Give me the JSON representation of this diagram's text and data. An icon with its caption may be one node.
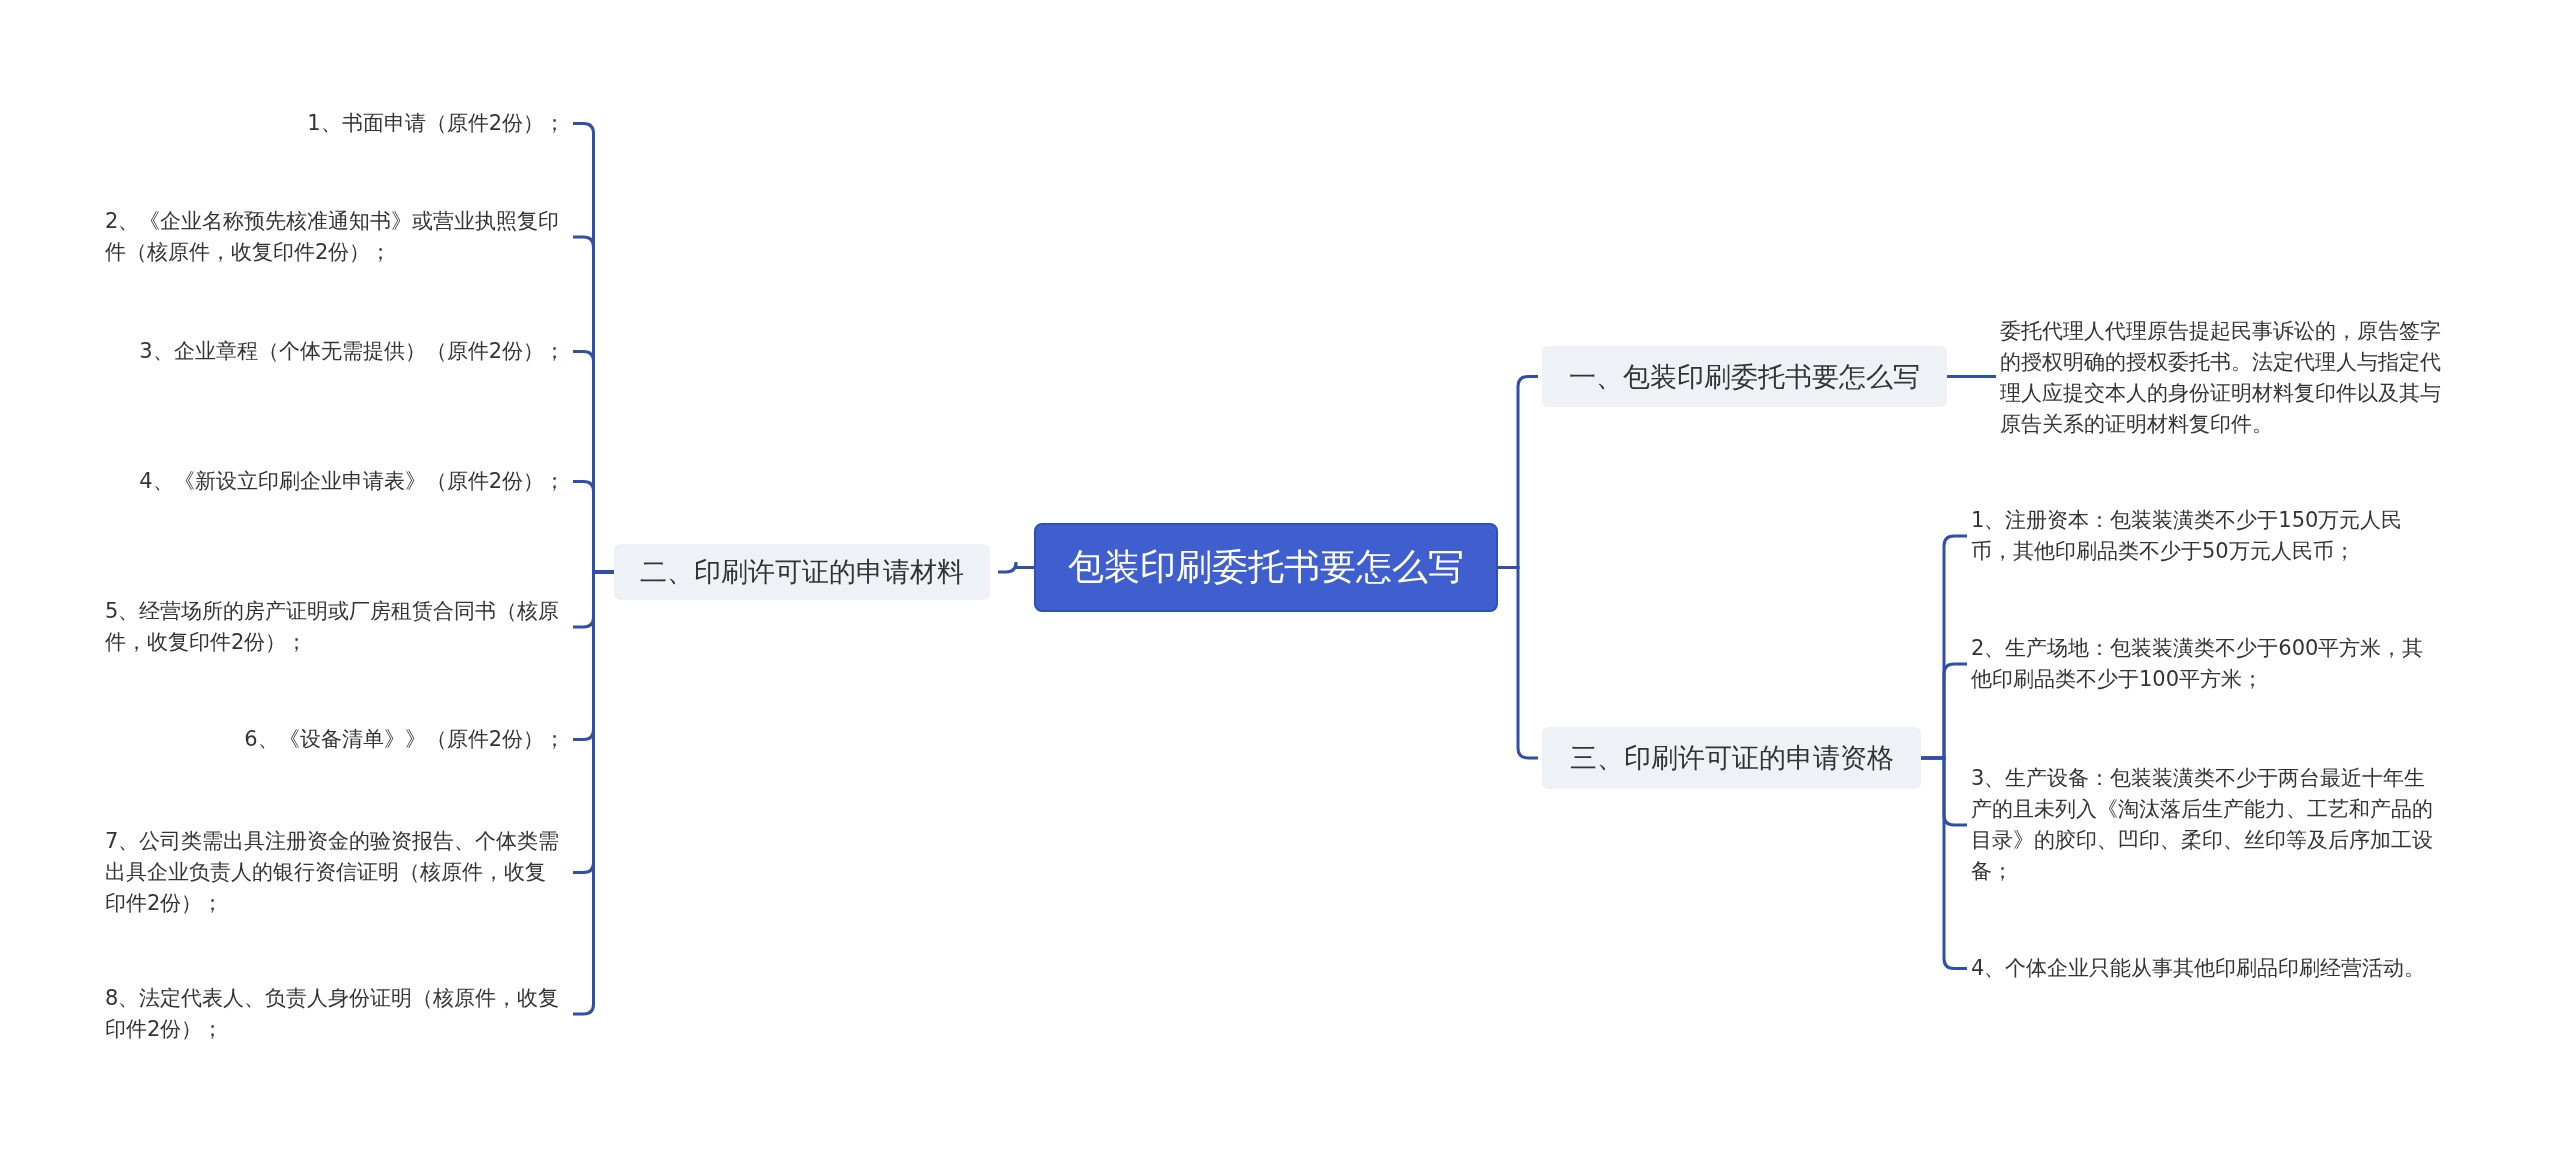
{
  "diagram": {
    "nodes": [
      {
        "text": [
          "包装印刷委托书要怎么写"
        ]
      },
      {
        "text": [
          "二、印刷许可证的申请材料"
        ]
      },
      {
        "text": [
          "1、书面申请（原件2份）；"
        ]
      },
      {
        "text": [
          "2、《企业名称预先核准通知书》或营业执照复印件（核原件，收复印件2份）；"
        ]
      },
      {
        "text": [
          "3、企业章程（个体无需提供）（原件2份）；"
        ]
      },
      {
        "text": [
          "4、《新设立印刷企业申请表》（原件2份）；"
        ]
      },
      {
        "text": [
          "5、经营场所的房产证明或厂房租赁合同书（核原件，收复印件2份）；"
        ]
      },
      {
        "text": [
          "6、《设备清单》》（原件2份）；"
        ]
      },
      {
        "text": [
          "7、公司类需出具注册资金的验资报告、个体类需出具企业负责人的银行资信证明（核原件，收复印件2份）；"
        ]
      },
      {
        "text": [
          "8、法定代表人、负责人身份证明（核原件，收复印件2份）；"
        ]
      },
      {
        "text": [
          "一、包装印刷委托书要怎么写"
        ]
      },
      {
        "text": [
          "委托代理人代理原告提起民事诉讼的，原告签字的授权明确的授权委托书。法定代理人与指定代理人应提交本人的身份证明材料复印件以及其与原告关系的证明材料复印件。"
        ]
      },
      {
        "text": [
          "三、印刷许可证的申请资格"
        ]
      },
      {
        "text": [
          "1、注册资本：包装装潢类不少于150万元人民币，其他印刷品类不少于50万元人民币；"
        ]
      },
      {
        "text": [
          "2、生产场地：包装装潢类不少于600平方米，其他印刷品类不少于100平方米；"
        ]
      },
      {
        "text": [
          "3、生产设备：包装装潢类不少于两台最近十年生产的且未列入《淘汰落后生产能力、工艺和产品的目录》的胶印、凹印、柔印、丝印等及后序加工设备；"
        ]
      },
      {
        "text": [
          "4、个体企业只能从事其他印刷品印刷经营活动。"
        ]
      }
    ],
    "edges": [
      {
        "from": 0,
        "to": 1,
        "arrow": "none"
      },
      {
        "from": 1,
        "to": 2,
        "arrow": "none"
      },
      {
        "from": 1,
        "to": 3,
        "arrow": "none"
      },
      {
        "from": 1,
        "to": 4,
        "arrow": "none"
      },
      {
        "from": 1,
        "to": 5,
        "arrow": "none"
      },
      {
        "from": 1,
        "to": 6,
        "arrow": "none"
      },
      {
        "from": 1,
        "to": 7,
        "arrow": "none"
      },
      {
        "from": 1,
        "to": 8,
        "arrow": "none"
      },
      {
        "from": 1,
        "to": 9,
        "arrow": "none"
      },
      {
        "from": 0,
        "to": 10,
        "arrow": "none"
      },
      {
        "from": 10,
        "to": 11,
        "arrow": "none"
      },
      {
        "from": 0,
        "to": 12,
        "arrow": "none"
      },
      {
        "from": 12,
        "to": 13,
        "arrow": "none"
      },
      {
        "from": 12,
        "to": 14,
        "arrow": "none"
      },
      {
        "from": 12,
        "to": 15,
        "arrow": "none"
      },
      {
        "from": 12,
        "to": 16,
        "arrow": "none"
      }
    ]
  }
}
